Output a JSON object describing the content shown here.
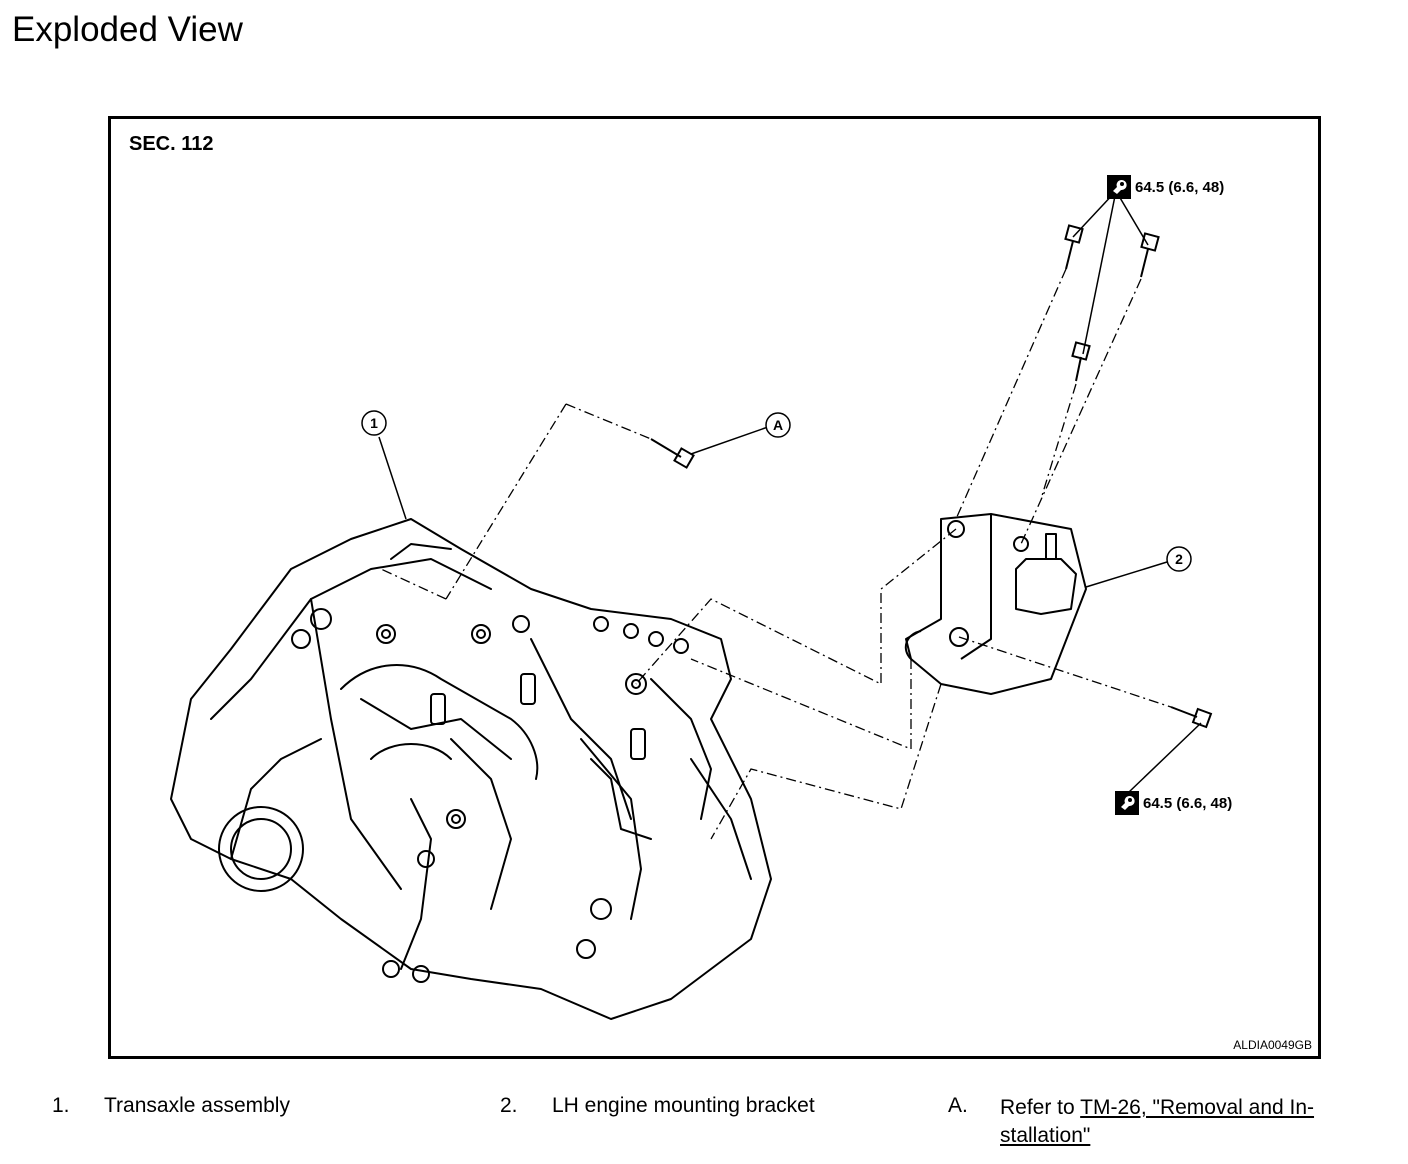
{
  "page": {
    "title": "Exploded View"
  },
  "figure": {
    "section": "SEC. 112",
    "code": "ALDIA0049GB",
    "callouts": {
      "c1": "1",
      "c2": "2",
      "cA": "A"
    },
    "torque_top": "64.5 (6.6, 48)",
    "torque_bottom": "64.5 (6.6, 48)",
    "torque_icon": "torque-wrench-icon"
  },
  "legend": [
    {
      "num": "1.",
      "text": "Transaxle assembly"
    },
    {
      "num": "2.",
      "text": "LH engine mounting bracket"
    },
    {
      "num": "A.",
      "text_prefix": "Refer to ",
      "link": "TM-26, \"Removal and In-",
      "link_cont": "stallation\""
    }
  ]
}
